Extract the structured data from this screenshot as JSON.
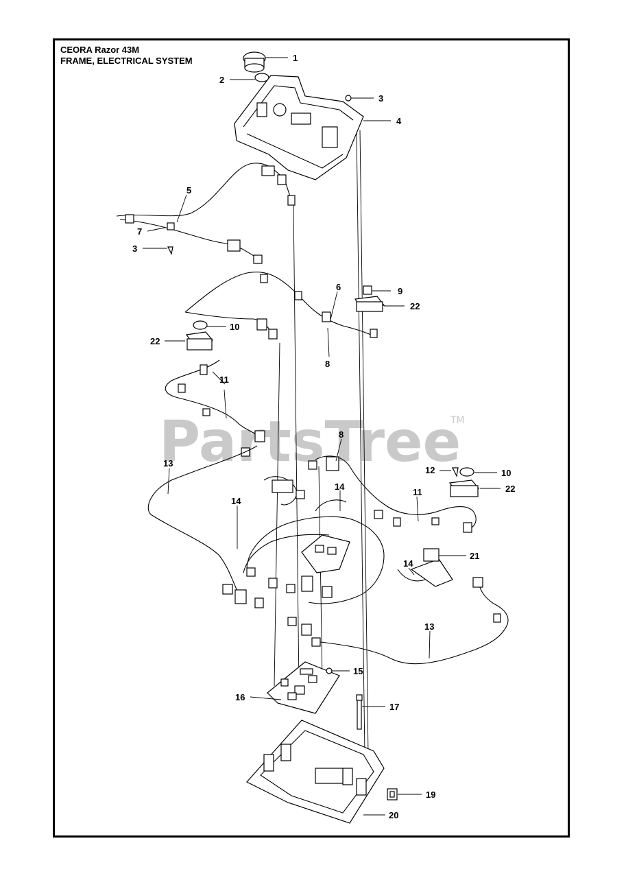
{
  "title": {
    "line1": "CEORA Razor 43M",
    "line2": "FRAME, ELECTRICAL SYSTEM"
  },
  "watermark": {
    "text": "PartsTree",
    "trademark": "TM",
    "color": "#c9c9c9"
  },
  "callouts": [
    {
      "id": "c1",
      "text": "1"
    },
    {
      "id": "c2",
      "text": "2"
    },
    {
      "id": "c3a",
      "text": "3"
    },
    {
      "id": "c4",
      "text": "4"
    },
    {
      "id": "c5",
      "text": "5"
    },
    {
      "id": "c7",
      "text": "7"
    },
    {
      "id": "c3b",
      "text": "3"
    },
    {
      "id": "c9",
      "text": "9"
    },
    {
      "id": "c6",
      "text": "6"
    },
    {
      "id": "c22a",
      "text": "22"
    },
    {
      "id": "c10a",
      "text": "10"
    },
    {
      "id": "c22b",
      "text": "22"
    },
    {
      "id": "c8a",
      "text": "8"
    },
    {
      "id": "c11a",
      "text": "11"
    },
    {
      "id": "c8b",
      "text": "8"
    },
    {
      "id": "c13a",
      "text": "13"
    },
    {
      "id": "c12",
      "text": "12"
    },
    {
      "id": "c10b",
      "text": "10"
    },
    {
      "id": "c22c",
      "text": "22"
    },
    {
      "id": "c14a",
      "text": "14"
    },
    {
      "id": "c14b",
      "text": "14"
    },
    {
      "id": "c11b",
      "text": "11"
    },
    {
      "id": "c14c",
      "text": "14"
    },
    {
      "id": "c21",
      "text": "21"
    },
    {
      "id": "c13b",
      "text": "13"
    },
    {
      "id": "c15",
      "text": "15"
    },
    {
      "id": "c16",
      "text": "16"
    },
    {
      "id": "c17",
      "text": "17"
    },
    {
      "id": "c19",
      "text": "19"
    },
    {
      "id": "c20",
      "text": "20"
    }
  ]
}
